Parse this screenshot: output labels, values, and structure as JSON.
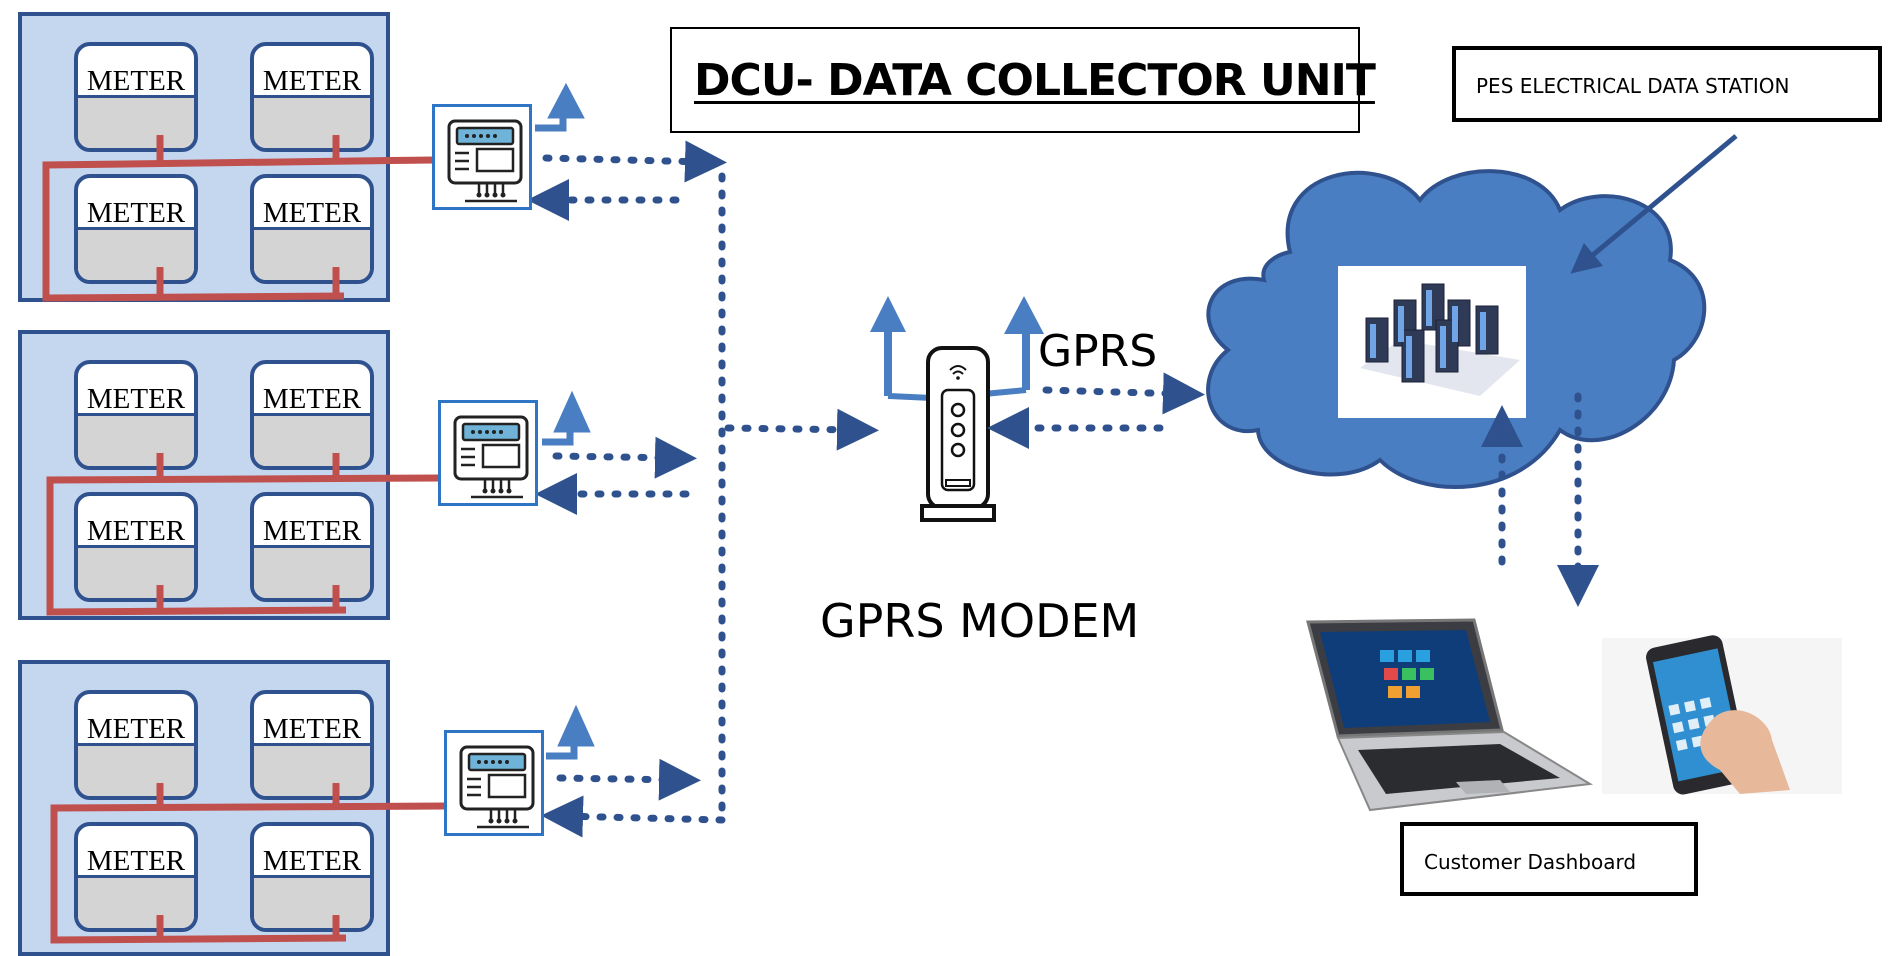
{
  "diagram": {
    "title": "DCU- DATA COLLECTOR UNIT",
    "meter_label": "METER",
    "meter_groups": [
      {
        "meters": [
          "METER",
          "METER",
          "METER",
          "METER"
        ]
      },
      {
        "meters": [
          "METER",
          "METER",
          "METER",
          "METER"
        ]
      },
      {
        "meters": [
          "METER",
          "METER",
          "METER",
          "METER"
        ]
      }
    ],
    "modem_label": "GPRS MODEM",
    "link_label": "GPRS",
    "station_label": "PES ELECTRICAL DATA STATION",
    "dashboard_label": "Customer Dashboard",
    "icons": [
      "dcu-device-icon",
      "gprs-modem-icon",
      "cloud-icon",
      "server-rack-icon",
      "laptop-icon",
      "smartphone-icon"
    ],
    "colors": {
      "group_fill": "#c5d7ef",
      "group_border": "#2f528f",
      "wire": "#c0504d",
      "arrow": "#4a7ec2",
      "dotted_link": "#2f528f",
      "cloud": "#4a7ec2"
    }
  }
}
